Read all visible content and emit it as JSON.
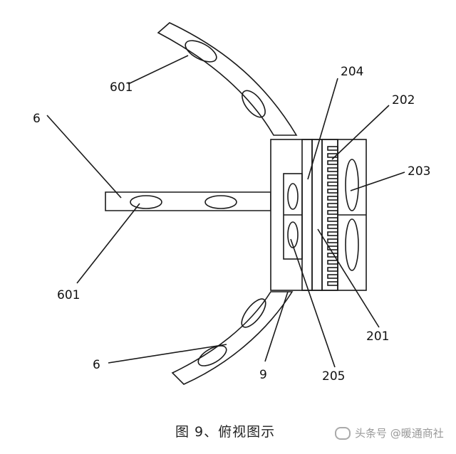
{
  "labels": {
    "l601_top": "601",
    "l6_left": "6",
    "l601_bottom": "601",
    "l6_bottom": "6",
    "l9": "9",
    "l204": "204",
    "l202": "202",
    "l203": "203",
    "l201": "201",
    "l205": "205"
  },
  "caption": "图 9、俯视图示",
  "watermark": "头条号 @暖通商社"
}
